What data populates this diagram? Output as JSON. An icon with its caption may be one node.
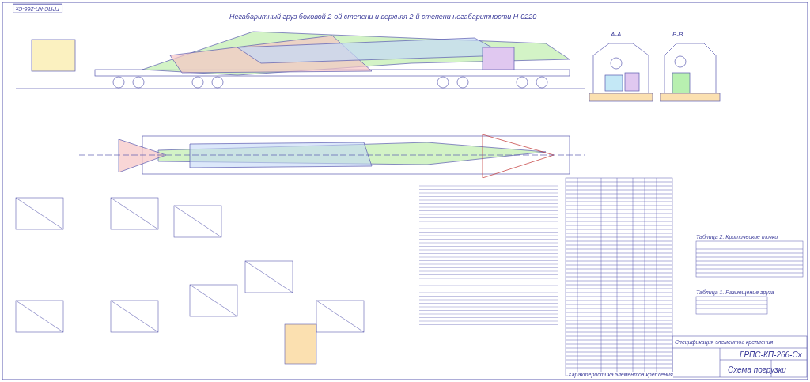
{
  "diagram": {
    "title": "Негабаритный груз боковой 2-ой степени и верхняя 2-й степени негабаритности  Н-0220",
    "labels": [
      "ГРПС-КП-266-Сх",
      "А-А",
      "В-В",
      "Таблица 2. Критические точки",
      "Таблица 1. Размещение груза",
      "Характеристика элементов крепления",
      "Спецификация элементов крепления",
      "ГРПС-КП-266-Сх",
      "Схема погрузки"
    ]
  }
}
